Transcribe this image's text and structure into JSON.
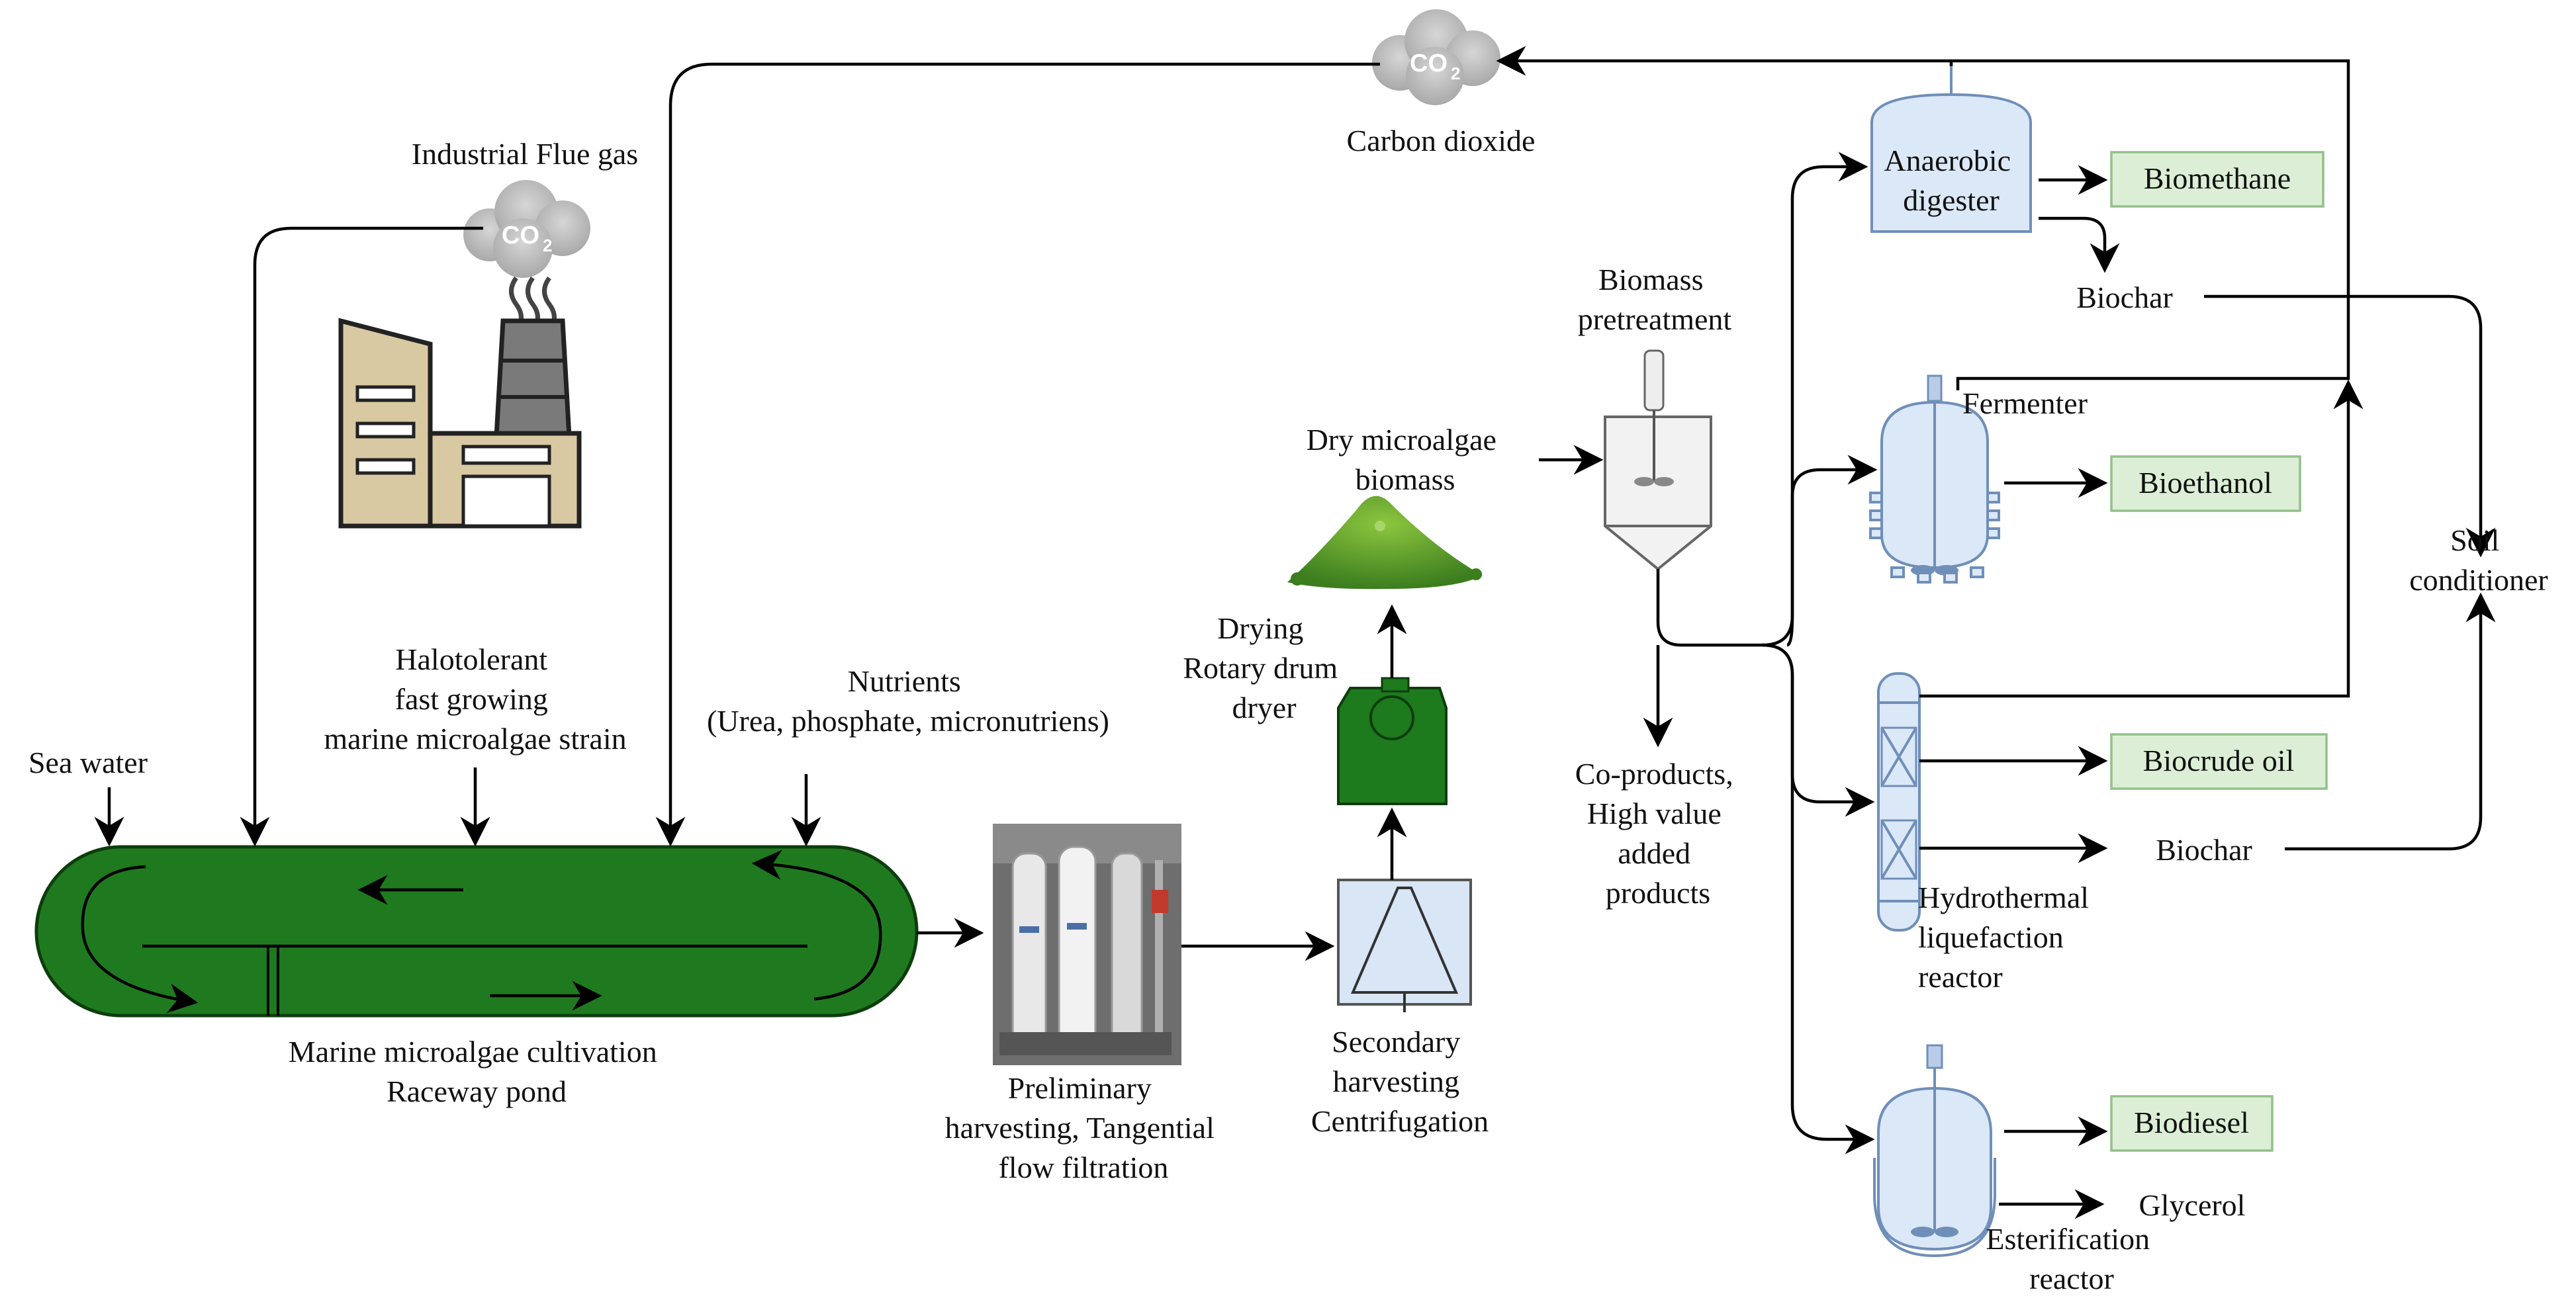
{
  "labels": {
    "industrial_flue_gas": "Industrial Flue gas",
    "carbon_dioxide": "Carbon dioxide",
    "co2_glyph": "CO",
    "co2_sub": "2",
    "sea_water": "Sea water",
    "strain": [
      "Halotolerant",
      "fast growing",
      "marine microalgae strain"
    ],
    "nutrients": [
      "Nutrients",
      "(Urea, phosphate, micronutriens)"
    ],
    "pond": [
      "Marine microalgae cultivation",
      "Raceway pond"
    ],
    "preliminary": [
      "Preliminary",
      "harvesting, Tangential",
      "flow filtration"
    ],
    "secondary": [
      "Secondary",
      "harvesting",
      "Centrifugation"
    ],
    "drying": [
      "Drying",
      "Rotary drum",
      "dryer"
    ],
    "dry_biomass": [
      "Dry microalgae",
      "biomass"
    ],
    "pretreatment": [
      "Biomass",
      "pretreatment"
    ],
    "coproducts": [
      "Co-products,",
      "High value",
      "added",
      "products"
    ],
    "anaerobic": [
      "Anaerobic",
      "digester"
    ],
    "fermenter": "Fermenter",
    "htl": [
      "Hydrothermal",
      "liquefaction",
      "reactor"
    ],
    "esterification": [
      "Esterification",
      "reactor"
    ],
    "biochar_1": "Biochar",
    "biochar_2": "Biochar",
    "glycerol": "Glycerol",
    "soil": [
      "Soil",
      "conditioner"
    ]
  },
  "products": {
    "biomethane": "Biomethane",
    "bioethanol": "Bioethanol",
    "biocrude": "Biocrude oil",
    "biodiesel": "Biodiesel"
  },
  "colors": {
    "pond_green": "#1f7a1f",
    "dryer_green": "#1d7a1d",
    "equipment_blue": "#dbe8f8",
    "equipment_stroke": "#6f8fb8",
    "product_fill": "#dcefd6",
    "cloud_gray": "#b5b5b5",
    "factory_tan": "#d8c9a3"
  },
  "icons": [
    "co2-cloud-icon",
    "factory-icon",
    "filtration-unit-icon",
    "centrifuge-icon",
    "rotary-drum-dryer-icon",
    "biomass-pile-icon",
    "pretreatment-tank-icon",
    "anaerobic-digester-icon",
    "fermenter-icon",
    "htl-reactor-icon",
    "esterification-reactor-icon"
  ]
}
